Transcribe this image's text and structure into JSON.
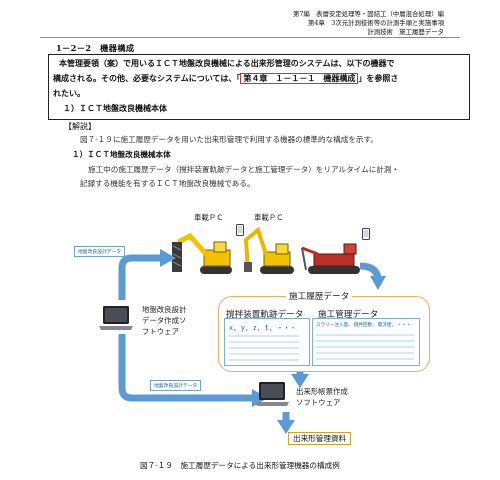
{
  "header": {
    "line1": "第7編　表層安定処理等・固結工（中層混合処理）編",
    "line2": "第4章　3次元計測技術等の計測手順と実施事項",
    "line3": "計測技術　施工履歴データ"
  },
  "section": {
    "number": "1－2－2",
    "title": "機器構成"
  },
  "requirement": {
    "line1": "本管理要領（案）で用いるＩＣＴ地盤改良機械による出来形管理のシステムは、以下の機器で",
    "line2_a": "構成される。その他、必要なシステムについては、「",
    "line2_ref": "第４章　１－１－１　機器構成",
    "line2_b": "」を参照さ",
    "line3": "れたい。",
    "item1": "１）ＩＣＴ地盤改良機械本体"
  },
  "explanation": {
    "label": "【解説】",
    "para1": "図７-１９に施工履歴データを用いた出来形管理で利用する機器の標準的な構成を示す。",
    "sub1": "１）ＩＣＴ地盤改良機械本体",
    "para2_line1": "施工中の施工履歴データ（撹拌装置軌跡データと施工管理データ）をリアルタイムに計測・",
    "para2_line2": "記録する機能を有するＩＣＴ地盤改良機械である。"
  },
  "figure": {
    "pc_label_1": "車載ＰＣ",
    "pc_label_2": "車載ＰＣ",
    "design_data_tag_top": "地盤改良設計データ",
    "design_data_tag_bottom": "地盤改良設計データ",
    "software1": [
      "地盤改良設計",
      "データ作成ソ",
      "フトウェア"
    ],
    "history_title": "施工履歴データ",
    "trajectory_title": "撹拌装置軌跡データ",
    "trajectory_values": "x, y, z, t, ・・・",
    "management_title": "施工管理データ",
    "management_values": "スラリー注入量, 撹拌回数, 電流値, ・・・",
    "software2": [
      "出来形帳票作成",
      "ソフトウェア"
    ],
    "output": "出来形管理資料",
    "caption": "図７-１９　施工履歴データによる出来形管理機器の構成例"
  },
  "colors": {
    "arrow": "#5b9bd5",
    "panel_border": "#f0a860",
    "highlight_border": "#c0392b",
    "output_border": "#d6a030",
    "machine_yellow": "#f2c200",
    "machine_red": "#b8302a"
  }
}
